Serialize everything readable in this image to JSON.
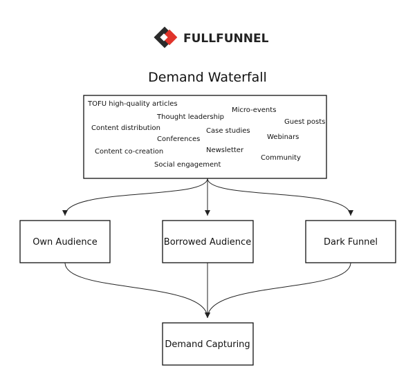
{
  "brand": {
    "name": "FULLFUNNEL",
    "colors": {
      "dark": "#2b2b2b",
      "red": "#e0342b"
    }
  },
  "title": "Demand Waterfall",
  "source_box": {
    "tags": [
      "TOFU high-quality articles",
      "Thought leadership",
      "Micro-events",
      "Guest posts",
      "Content distribution",
      "Case studies",
      "Conferences",
      "Webinars",
      "Newsletter",
      "Content co-creation",
      "Community",
      "Social engagement"
    ]
  },
  "channels": [
    {
      "label": "Own Audience"
    },
    {
      "label": "Borrowed Audience"
    },
    {
      "label": "Dark Funnel"
    }
  ],
  "target": {
    "label": "Demand Capturing"
  }
}
